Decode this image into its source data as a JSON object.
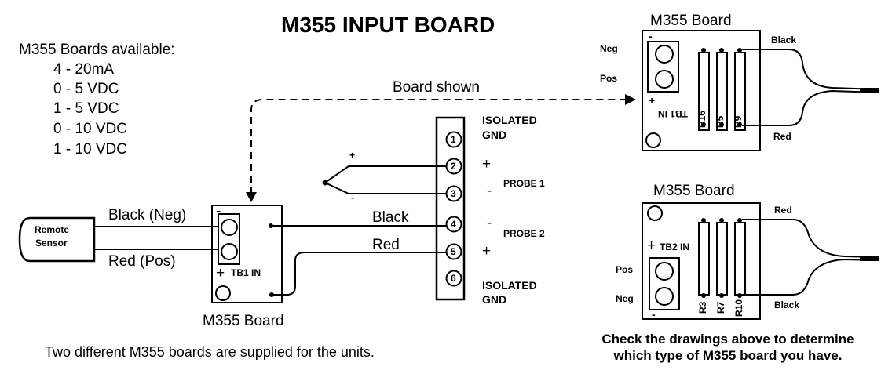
{
  "title": "M355 INPUT BOARD",
  "available": {
    "heading": "M355 Boards available:",
    "items": [
      "4  - 20mA",
      "0  - 5 VDC",
      "1  - 5 VDC",
      "0 - 10 VDC",
      "1 - 10 VDC"
    ]
  },
  "sensor": {
    "line1": "Remote",
    "line2": "Sensor"
  },
  "wires_left": {
    "black": "Black (Neg)",
    "red": "Red (Pos)"
  },
  "board_main": {
    "label": "M355 Board",
    "tb": "TB1 IN",
    "minus": "-",
    "plus": "+"
  },
  "board_shown": "Board shown",
  "wires_mid": {
    "black": "Black",
    "red": "Red"
  },
  "terminal": {
    "nums": [
      "1",
      "2",
      "3",
      "4",
      "5",
      "6"
    ],
    "isolated_top": [
      "ISOLATED",
      "GND"
    ],
    "isolated_bottom": [
      "ISOLATED",
      "GND"
    ],
    "probe1": "PROBE 1",
    "probe2": "PROBE 2",
    "plus": "+",
    "minus": "-"
  },
  "board_top": {
    "label": "M355 Board",
    "neg": "Neg",
    "pos": "Pos",
    "black": "Black",
    "red": "Red",
    "tb": "TB1 IN",
    "resistors": [
      "R16",
      "R5",
      "R9"
    ],
    "minus": "-",
    "plus": "+"
  },
  "board_bottom": {
    "label": "M355 Board",
    "pos": "Pos",
    "neg": "Neg",
    "red": "Red",
    "black": "Black",
    "tb": "TB2 IN",
    "resistors": [
      "R3",
      "R7",
      "R10"
    ],
    "minus": "-",
    "plus": "+"
  },
  "footer_left": "Two different M355 boards are supplied for the units.",
  "footer_right": [
    "Check the drawings above to determine",
    "which type of M355 board you have."
  ]
}
